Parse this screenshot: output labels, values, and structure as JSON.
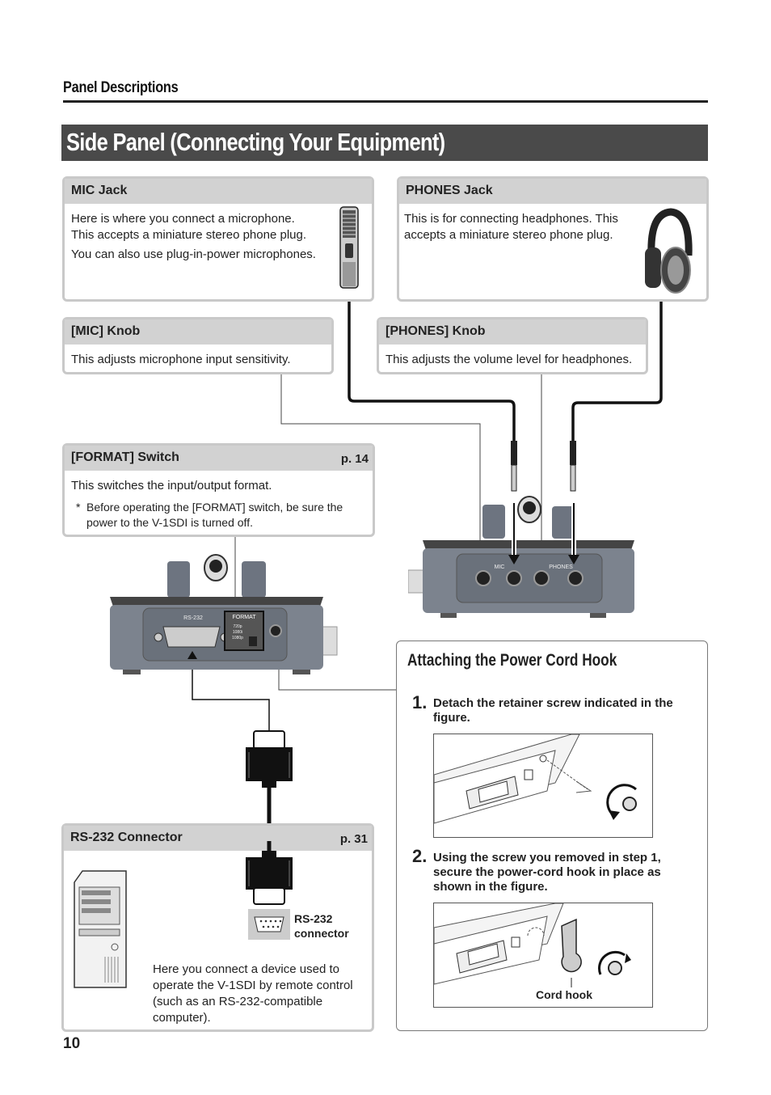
{
  "header": {
    "section": "Panel Descriptions",
    "title": "Side Panel (Connecting Your Equipment)"
  },
  "mic_jack": {
    "heading": "MIC Jack",
    "lines": [
      "Here is where you connect a microphone.",
      "This accepts a miniature stereo phone plug."
    ],
    "extra": "You can also use plug-in-power microphones."
  },
  "phones_jack": {
    "heading": "PHONES Jack",
    "lines": [
      "This is for connecting headphones. This",
      "accepts a miniature stereo phone plug."
    ]
  },
  "mic_knob": {
    "heading": "[MIC] Knob",
    "text": "This adjusts microphone input sensitivity."
  },
  "phones_knob": {
    "heading": "[PHONES] Knob",
    "text": "This adjusts the volume level for headphones."
  },
  "format_switch": {
    "heading": "[FORMAT] Switch",
    "page_ref": "p. 14",
    "text": "This switches the input/output format.",
    "note_mark": "*",
    "note_lines": [
      "Before operating the [FORMAT] switch, be sure the",
      "power to the V-1SDI is turned off."
    ]
  },
  "rs232": {
    "heading": "RS-232 Connector",
    "page_ref": "p. 31",
    "connector_label_lines": [
      "RS-232",
      "connector"
    ],
    "lines": [
      "Here you connect a device used to",
      "operate the V-1SDI by remote control",
      "(such as an RS-232-compatible",
      "computer)."
    ]
  },
  "device_labels": {
    "mic": "MIC",
    "phones": "PHONES",
    "rs232": "RS-232",
    "format": "FORMAT",
    "format_options": [
      "720p",
      "1080i",
      "1080p"
    ]
  },
  "attach": {
    "title": "Attaching the Power Cord Hook",
    "steps": [
      {
        "num": "1.",
        "lines": [
          "Detach the retainer screw indicated in the",
          "figure."
        ]
      },
      {
        "num": "2.",
        "lines": [
          "Using the screw you removed in step 1,",
          "secure the power-cord hook in place as",
          "shown in the figure."
        ]
      }
    ],
    "cord_hook_label": "Cord hook"
  },
  "page_number": "10",
  "colors": {
    "title_bar": "#4a4a4a",
    "box_header": "#d2d2d2",
    "box_border": "#c9c9c9"
  },
  "icons": [
    "microphone-icon",
    "headphones-icon",
    "computer-tower-icon",
    "db9-connector-icon",
    "screw-icon",
    "cord-hook-icon"
  ]
}
